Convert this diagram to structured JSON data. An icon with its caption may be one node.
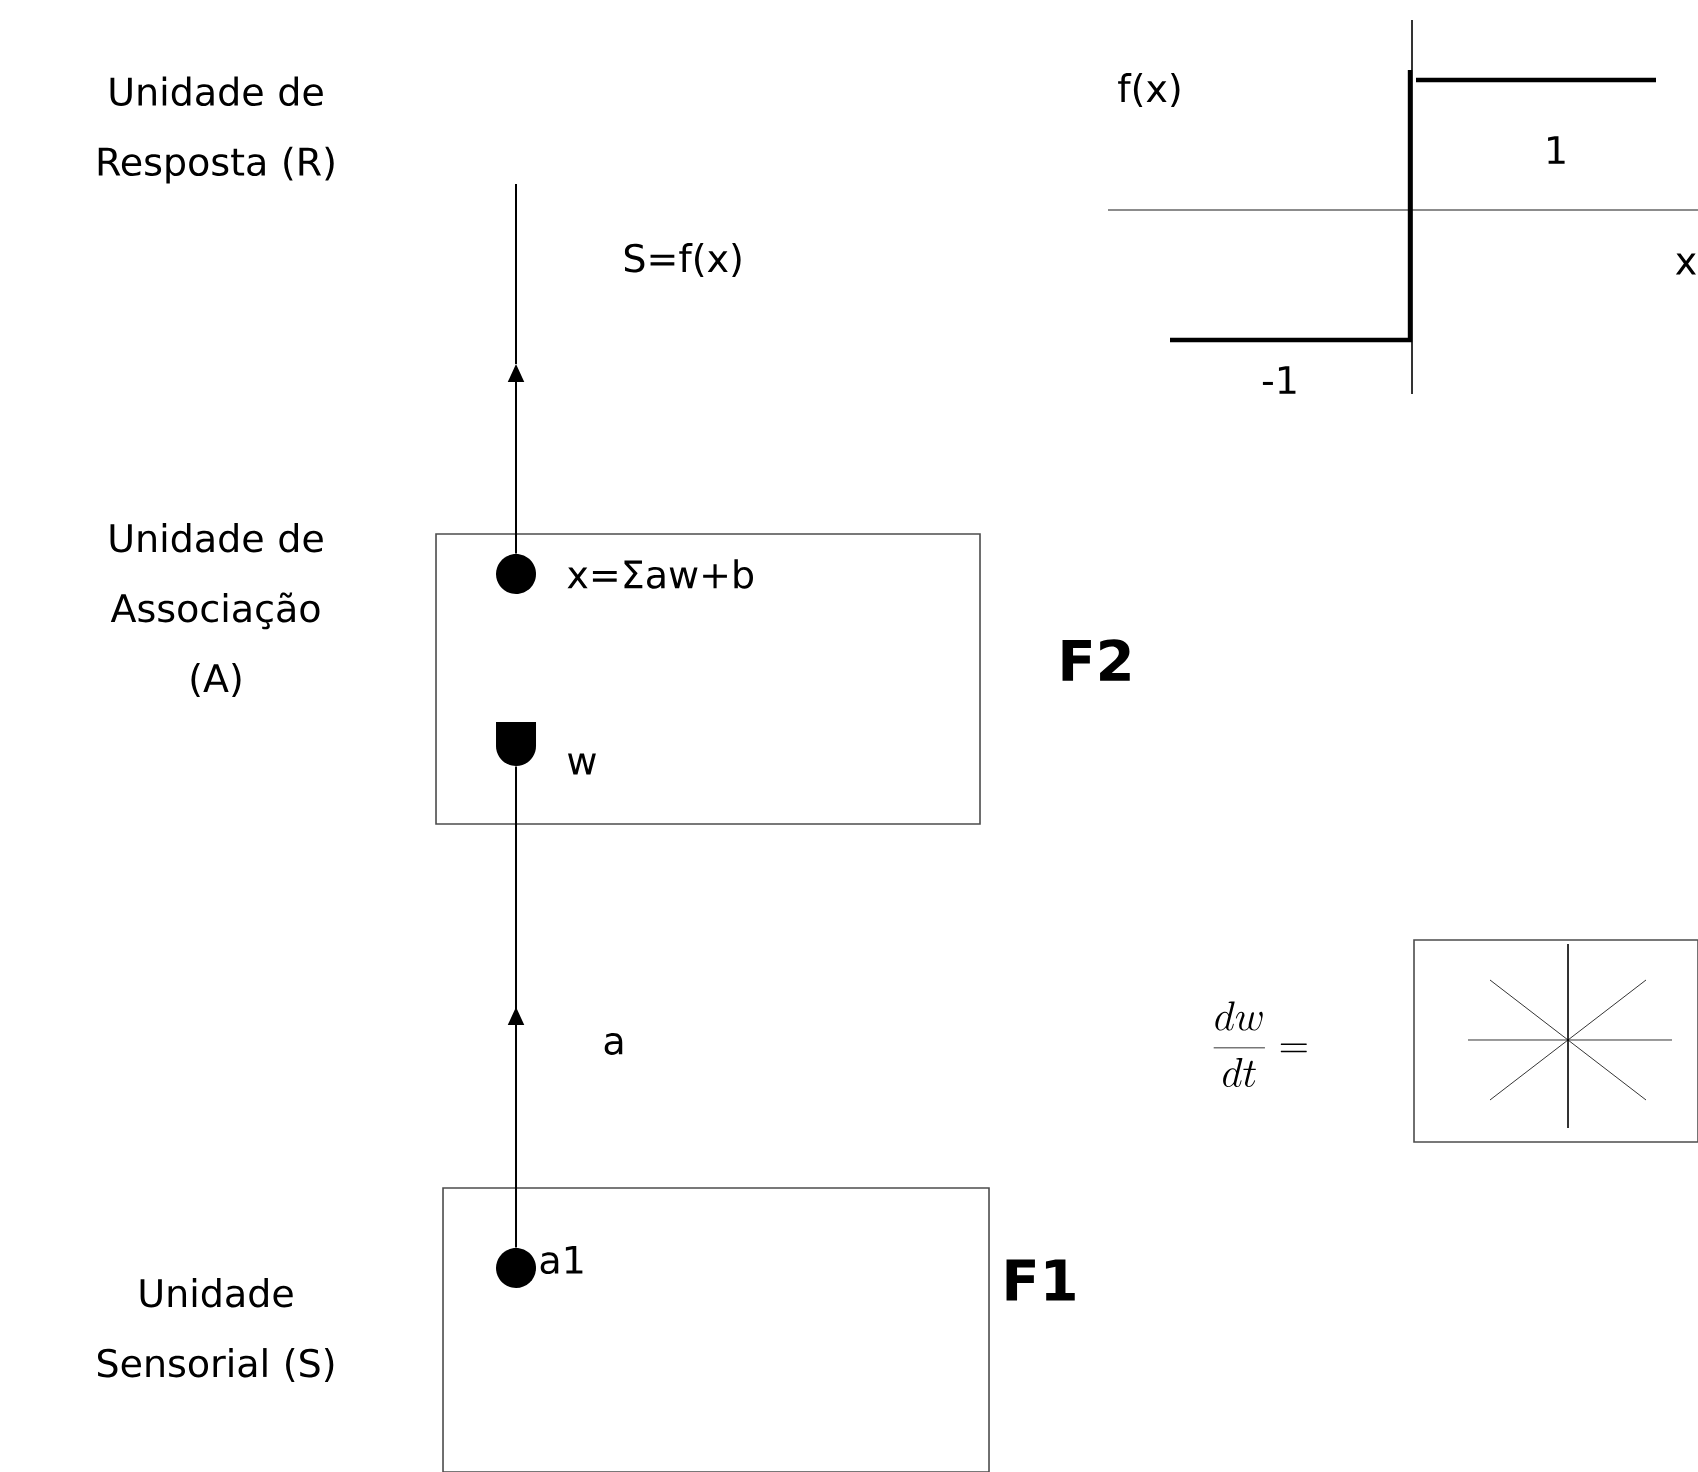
{
  "diagram": {
    "nodes": [
      {
        "text": [],
        "shape": "box",
        "beside": [
          "F2"
        ]
      },
      {
        "text": [],
        "shape": "circle",
        "in": 0,
        "beside": [
          "x=Σaw+b"
        ]
      },
      {
        "text": [],
        "shape": "semicircle",
        "in": 0,
        "beside": [
          "w"
        ]
      },
      {
        "text": [],
        "shape": "box",
        "beside": [
          "F1"
        ]
      },
      {
        "text": [],
        "shape": "circle",
        "in": 3,
        "beside": [
          "a1"
        ]
      },
      {
        "text": [],
        "shape": "box"
      }
    ],
    "edges": [
      {
        "from": 4,
        "to": 2,
        "arrow": "to",
        "label": "a"
      },
      {
        "from": 1,
        "to": null,
        "arrow": "to",
        "label": "S=f(x)"
      }
    ],
    "labels": [
      "Unidade de Resposta (R)",
      "Unidade de Associação (A)",
      "Unidade Sensorial (S)",
      "f(x)",
      "1",
      "x",
      "-1",
      "\\frac{dw}{dt} ="
    ]
  }
}
